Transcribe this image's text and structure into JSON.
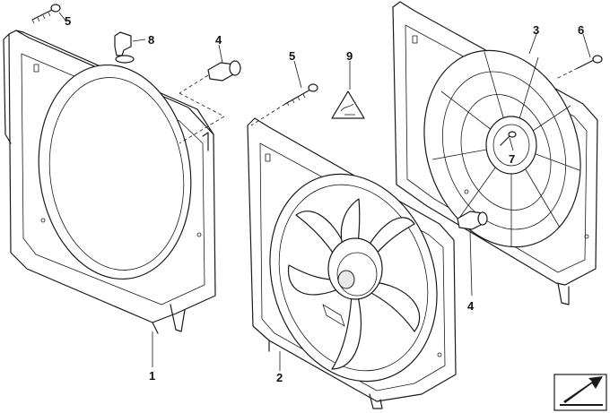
{
  "callouts": {
    "n1": "1",
    "n2": "2",
    "n3": "3",
    "n4a": "4",
    "n4b": "4",
    "n5a": "5",
    "n5b": "5",
    "n6": "6",
    "n7": "7",
    "n8": "8",
    "n9": "9"
  },
  "icons": {
    "warning_label": "warning-triangle-icon",
    "direction_marker": "direction-arrow-icon"
  },
  "colors": {
    "line": "#1a1a1a",
    "background": "#ffffff"
  }
}
